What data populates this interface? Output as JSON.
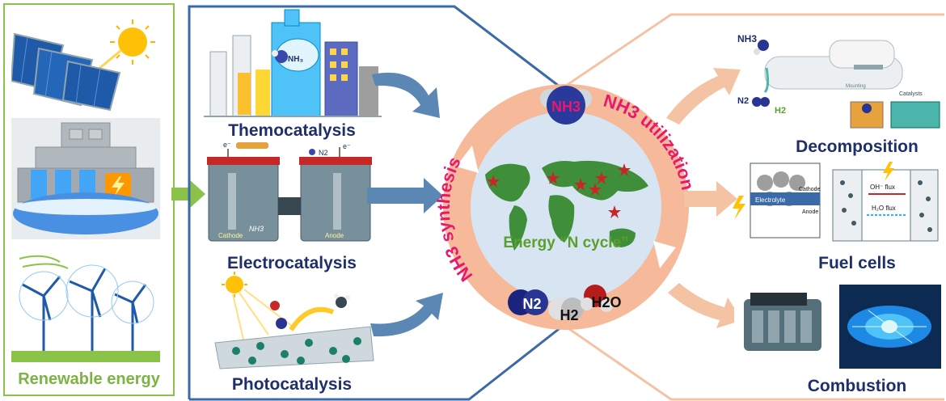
{
  "left": {
    "title": "Renewable energy",
    "title_color": "#7cb342",
    "border_color": "#8bc34a"
  },
  "synthesis": {
    "methods": [
      {
        "label": "Themocatalysis"
      },
      {
        "label": "Electrocatalysis"
      },
      {
        "label": "Photocatalysis"
      }
    ],
    "panel_border_color": "#3b6aa8",
    "device_labels": {
      "nh3_tank": "NH3",
      "e_left": "e⁻",
      "e_right": "e⁻",
      "n2": "N2",
      "cathode": "Cathode",
      "anode": "Anode",
      "nh3_cell": "NH3"
    }
  },
  "center": {
    "synthesis_label": "NH3 synthesis",
    "utilization_label": "NH3 utilization",
    "cycle_label": "Energy “N cycle”",
    "top_molecule": "NH3",
    "bottom_molecules": [
      "N2",
      "H2",
      "H2O"
    ],
    "ring_color": "#f6b99a",
    "globe_color": "#d7e4f2",
    "land_color": "#3f8f3a",
    "label_color": "#e8186d",
    "cycle_label_color": "#5aa02c"
  },
  "utilization": {
    "uses": [
      {
        "label": "Decomposition"
      },
      {
        "label": "Fuel cells"
      },
      {
        "label": "Combustion"
      }
    ],
    "device_labels": {
      "nh3": "NH3",
      "n2": "N2",
      "h2": "H2",
      "mounting": "Mounting",
      "catalysts": "Catalysts",
      "electrolyte": "Electrolyte",
      "cathode": "Cathode",
      "anode": "Anode",
      "oh_flux": "OH⁻ flux",
      "h2o_flux": "H₂O flux"
    }
  }
}
